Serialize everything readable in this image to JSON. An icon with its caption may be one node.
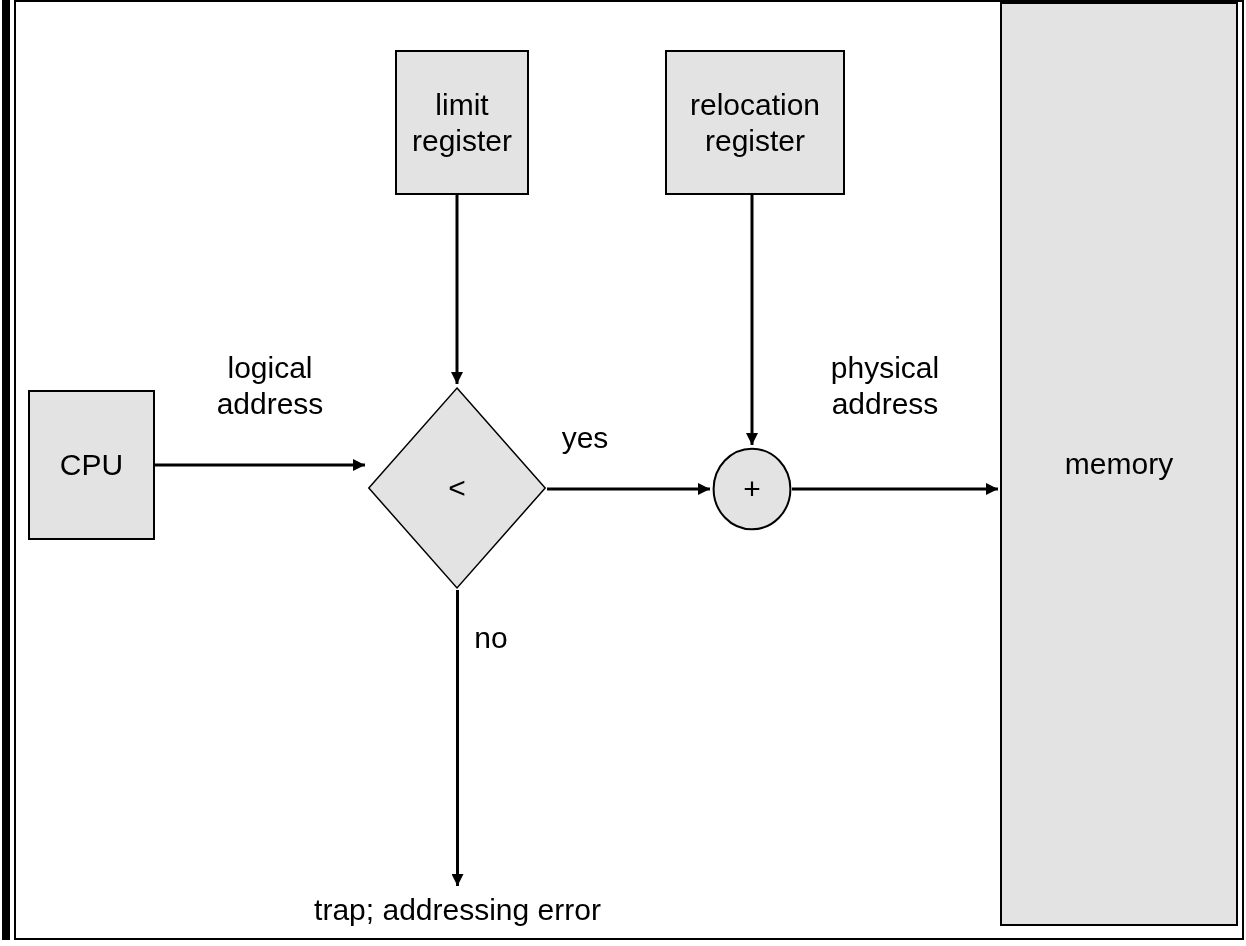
{
  "diagram": {
    "nodes": [
      {
        "text": [
          "limit register"
        ]
      },
      {
        "text": [
          "relocation register"
        ]
      },
      {
        "text": [
          "CPU"
        ]
      },
      {
        "text": [
          "<"
        ]
      },
      {
        "text": [
          "+"
        ]
      },
      {
        "text": [
          "memory"
        ]
      },
      {
        "text": [
          "trap; addressing error"
        ]
      }
    ],
    "edges": [
      {
        "from": 2,
        "to": 3,
        "arrow": "to",
        "label": "logical address"
      },
      {
        "from": 0,
        "to": 3,
        "arrow": "to"
      },
      {
        "from": 3,
        "to": 4,
        "arrow": "to",
        "label": "yes"
      },
      {
        "from": 1,
        "to": 4,
        "arrow": "to"
      },
      {
        "from": 4,
        "to": 5,
        "arrow": "to",
        "label": "physical address"
      },
      {
        "from": 3,
        "to": 6,
        "arrow": "to",
        "label": "no"
      }
    ]
  }
}
